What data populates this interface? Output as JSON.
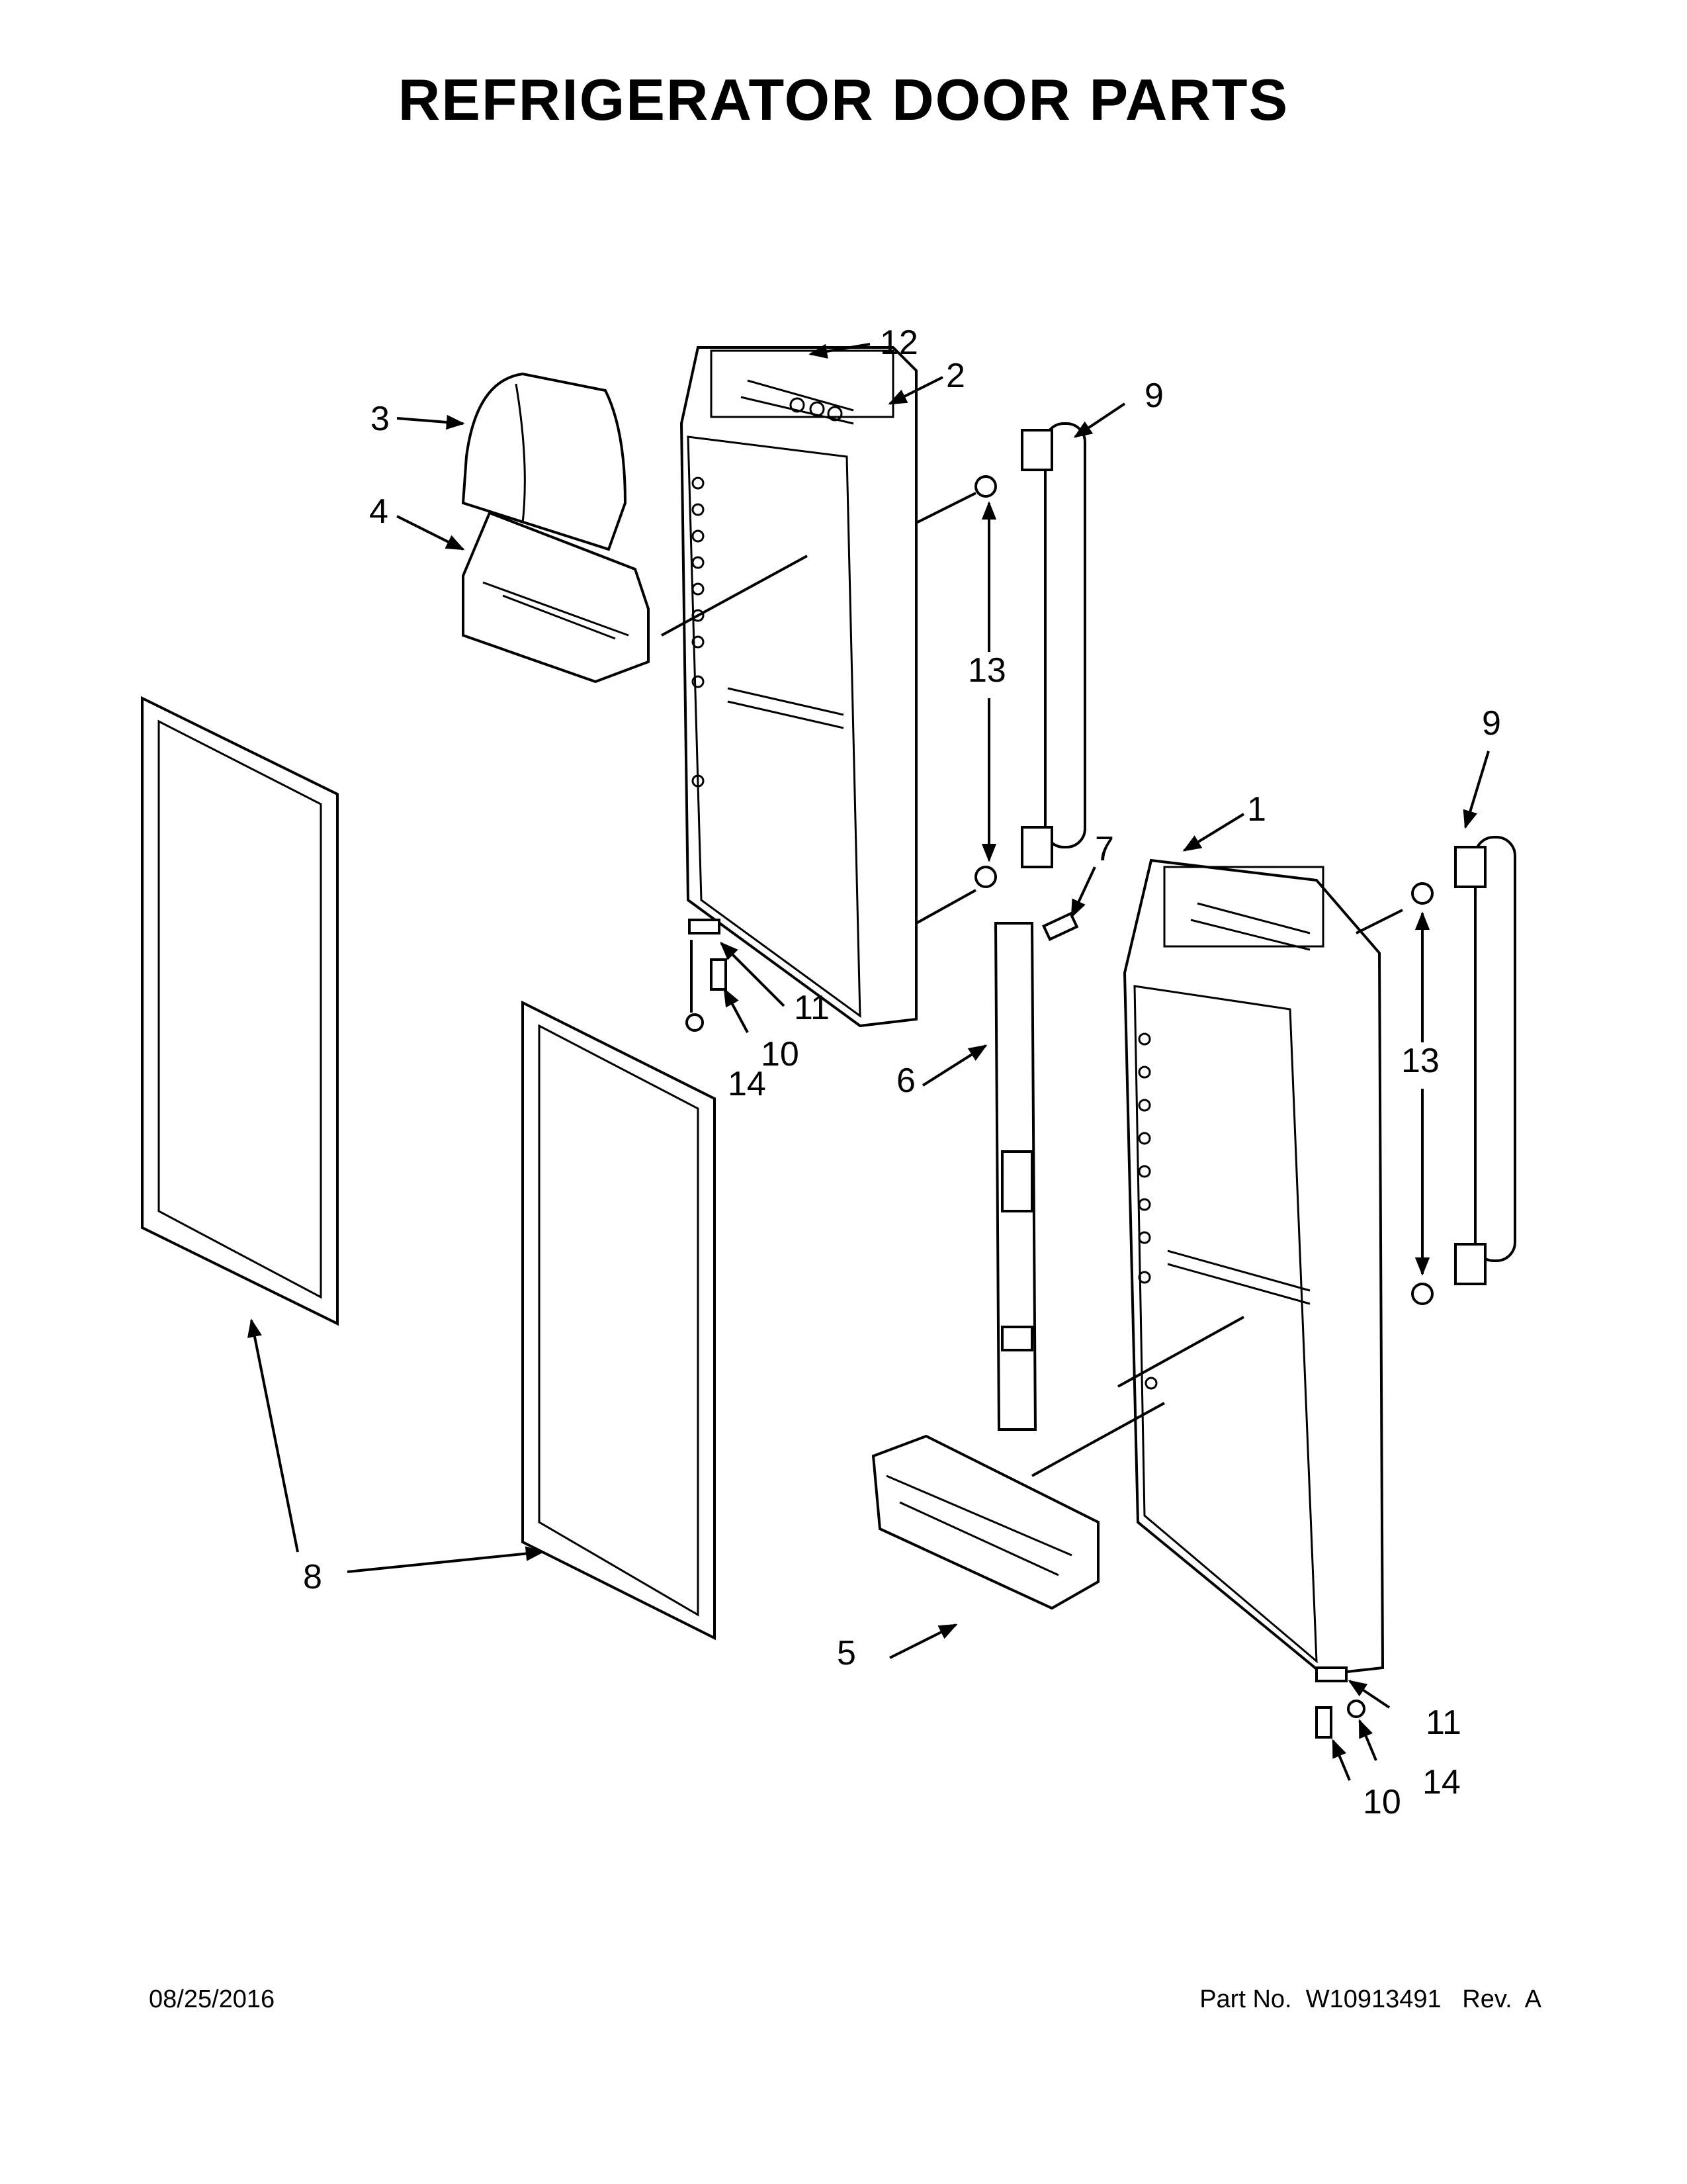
{
  "title": "REFRIGERATOR DOOR PARTS",
  "footer": {
    "date": "08/25/2016",
    "part_info": "Part No.  W10913491   Rev.  A"
  },
  "callouts": {
    "c1": "1",
    "c2": "2",
    "c3": "3",
    "c4": "4",
    "c5": "5",
    "c6": "6",
    "c7": "7",
    "c8": "8",
    "c9a": "9",
    "c9b": "9",
    "c10a": "10",
    "c10b": "10",
    "c11a": "11",
    "c11b": "11",
    "c12": "12",
    "c13a": "13",
    "c13b": "13",
    "c14a": "14",
    "c14b": "14"
  }
}
